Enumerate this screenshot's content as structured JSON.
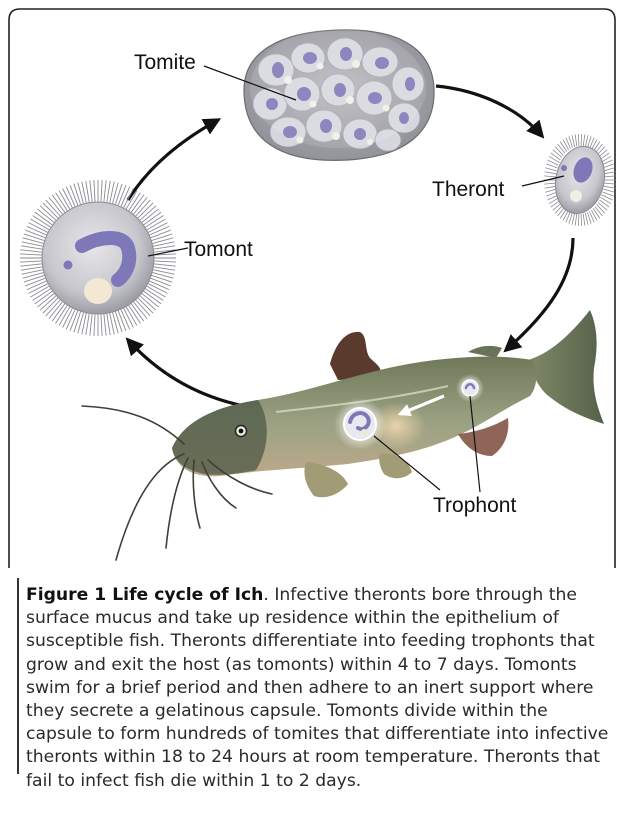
{
  "labels": {
    "tomite": "Tomite",
    "theront": "Theront",
    "tomont": "Tomont",
    "trophont": "Trophont"
  },
  "caption": {
    "title": "Figure 1 Life cycle of Ich",
    "body": ". Infective theronts bore through the surface mucus and take up residence within the epithelium of susceptible fish. Theronts differentiate into feeding trophonts that grow and exit the host (as tomonts) within 4 to 7 days. Tomonts swim for a brief period and then adhere to an inert support where they secrete a gelatinous capsule. Tomonts divide within the capsule to form hundreds of tomites that differentiate into infective theronts within 18 to 24 hours at room temperature. Theronts that fail to infect fish die within 1 to 2 days."
  },
  "colors": {
    "cell_fill": "#c9c9cf",
    "nucleus": "#7e77b8",
    "fish_body": "#8a9270",
    "fish_dark": "#4e5846",
    "fin": "#5a3a2c",
    "frame": "#222222"
  }
}
